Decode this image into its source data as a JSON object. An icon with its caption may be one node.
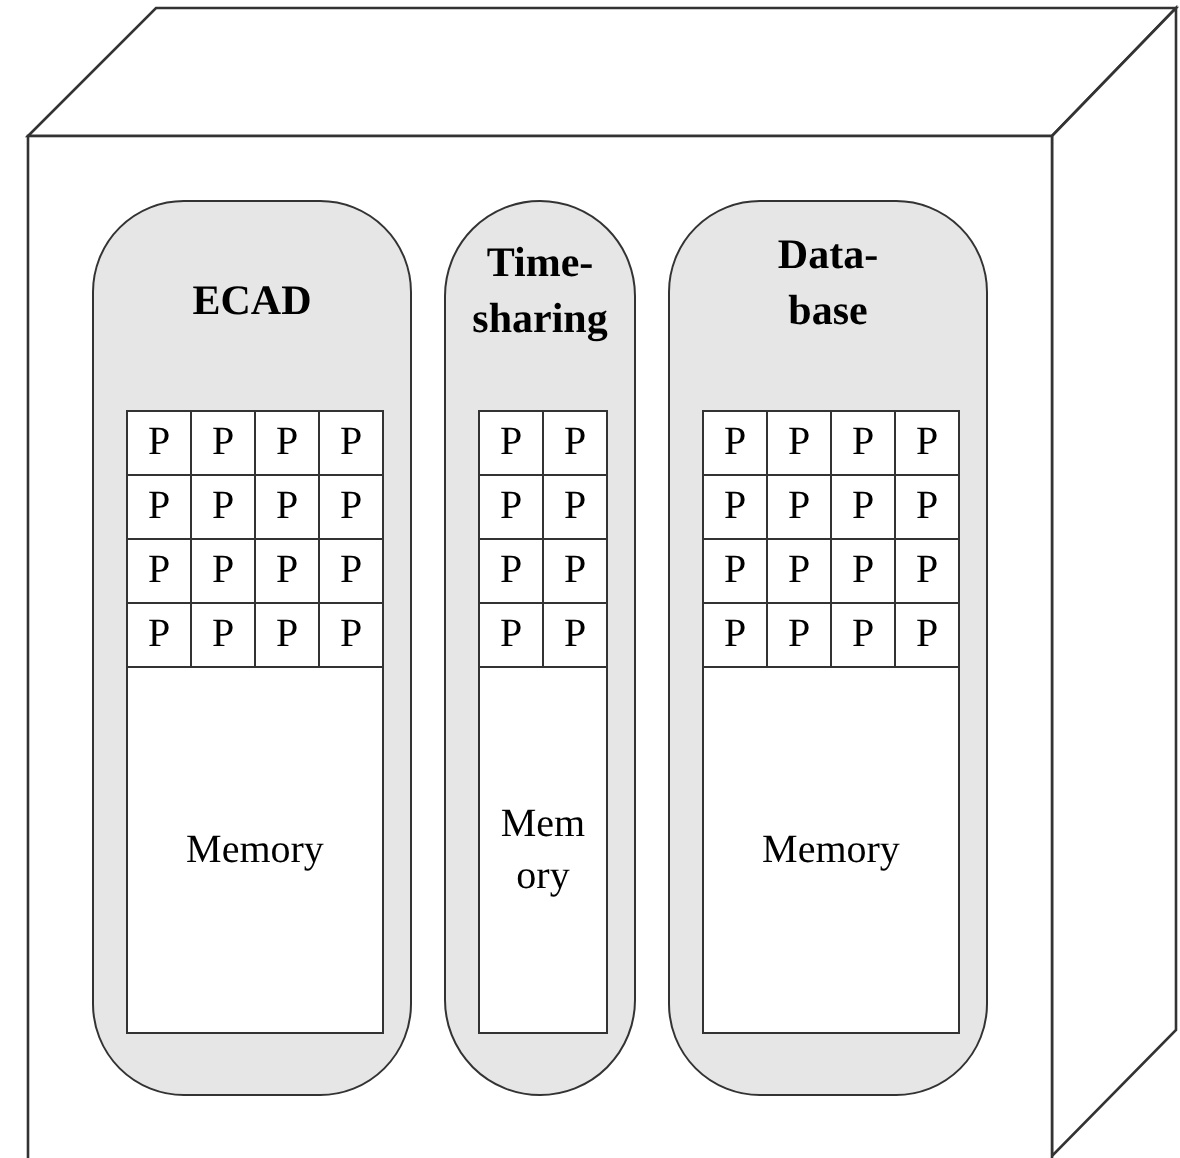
{
  "diagram": {
    "nodes": [
      {
        "text": [
          "ECAD"
        ]
      },
      {
        "text": [
          "P"
        ],
        "in": 0
      },
      {
        "text": [
          "P"
        ],
        "in": 0
      },
      {
        "text": [
          "P"
        ],
        "in": 0
      },
      {
        "text": [
          "P"
        ],
        "in": 0
      },
      {
        "text": [
          "P"
        ],
        "in": 0
      },
      {
        "text": [
          "P"
        ],
        "in": 0
      },
      {
        "text": [
          "P"
        ],
        "in": 0
      },
      {
        "text": [
          "P"
        ],
        "in": 0
      },
      {
        "text": [
          "P"
        ],
        "in": 0
      },
      {
        "text": [
          "P"
        ],
        "in": 0
      },
      {
        "text": [
          "P"
        ],
        "in": 0
      },
      {
        "text": [
          "P"
        ],
        "in": 0
      },
      {
        "text": [
          "P"
        ],
        "in": 0
      },
      {
        "text": [
          "P"
        ],
        "in": 0
      },
      {
        "text": [
          "P"
        ],
        "in": 0
      },
      {
        "text": [
          "P"
        ],
        "in": 0
      },
      {
        "text": [
          "Memory"
        ],
        "in": 0
      },
      {
        "text": [
          "Time- sharing"
        ]
      },
      {
        "text": [
          "P"
        ],
        "in": 18
      },
      {
        "text": [
          "P"
        ],
        "in": 18
      },
      {
        "text": [
          "P"
        ],
        "in": 18
      },
      {
        "text": [
          "P"
        ],
        "in": 18
      },
      {
        "text": [
          "P"
        ],
        "in": 18
      },
      {
        "text": [
          "P"
        ],
        "in": 18
      },
      {
        "text": [
          "P"
        ],
        "in": 18
      },
      {
        "text": [
          "P"
        ],
        "in": 18
      },
      {
        "text": [
          "Mem ory"
        ],
        "in": 18
      },
      {
        "text": [
          "Data- base"
        ]
      },
      {
        "text": [
          "P"
        ],
        "in": 28
      },
      {
        "text": [
          "P"
        ],
        "in": 28
      },
      {
        "text": [
          "P"
        ],
        "in": 28
      },
      {
        "text": [
          "P"
        ],
        "in": 28
      },
      {
        "text": [
          "P"
        ],
        "in": 28
      },
      {
        "text": [
          "P"
        ],
        "in": 28
      },
      {
        "text": [
          "P"
        ],
        "in": 28
      },
      {
        "text": [
          "P"
        ],
        "in": 28
      },
      {
        "text": [
          "P"
        ],
        "in": 28
      },
      {
        "text": [
          "P"
        ],
        "in": 28
      },
      {
        "text": [
          "P"
        ],
        "in": 28
      },
      {
        "text": [
          "P"
        ],
        "in": 28
      },
      {
        "text": [
          "P"
        ],
        "in": 28
      },
      {
        "text": [
          "P"
        ],
        "in": 28
      },
      {
        "text": [
          "P"
        ],
        "in": 28
      },
      {
        "text": [
          "P"
        ],
        "in": 28
      },
      {
        "text": [
          "Memory"
        ],
        "in": 28
      }
    ]
  }
}
